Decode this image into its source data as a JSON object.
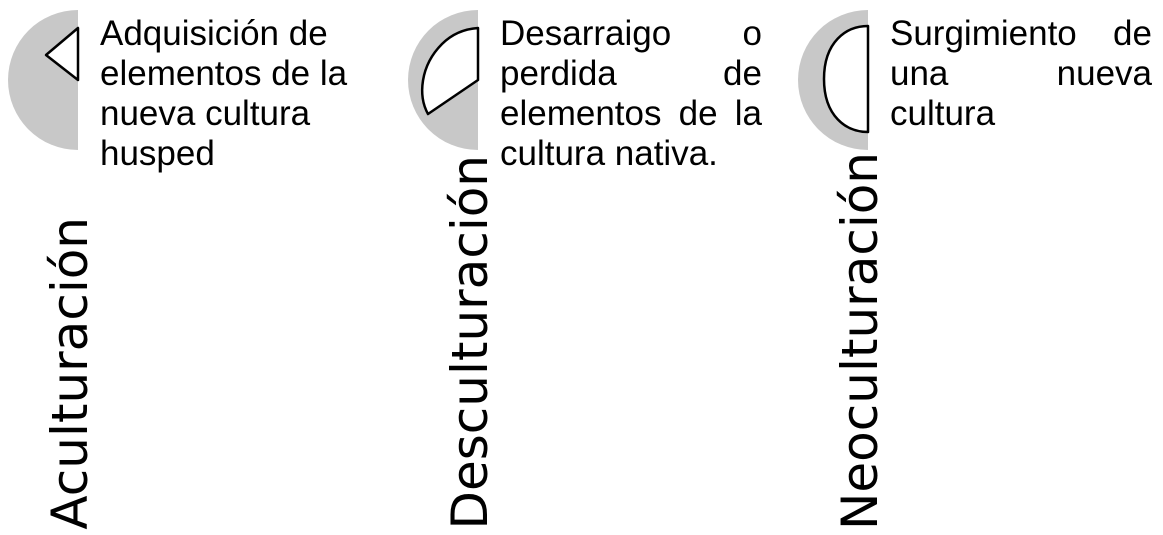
{
  "colors": {
    "pie_fill": "#c8c8c8",
    "segment_fill": "#ffffff",
    "segment_stroke": "#000000"
  },
  "stages": [
    {
      "title": "Aculturación",
      "description": "Adquisición de elementos de la nueva cultura husped",
      "icon": "small-pie-segment-icon"
    },
    {
      "title": "Desculturación",
      "description": "Desarraigo o perdida de elementos de la cultura nativa.",
      "icon": "medium-pie-segment-icon"
    },
    {
      "title": "Neoculturación",
      "description": "Surgimiento de una nueva cultura",
      "icon": "half-pie-segment-icon"
    }
  ]
}
